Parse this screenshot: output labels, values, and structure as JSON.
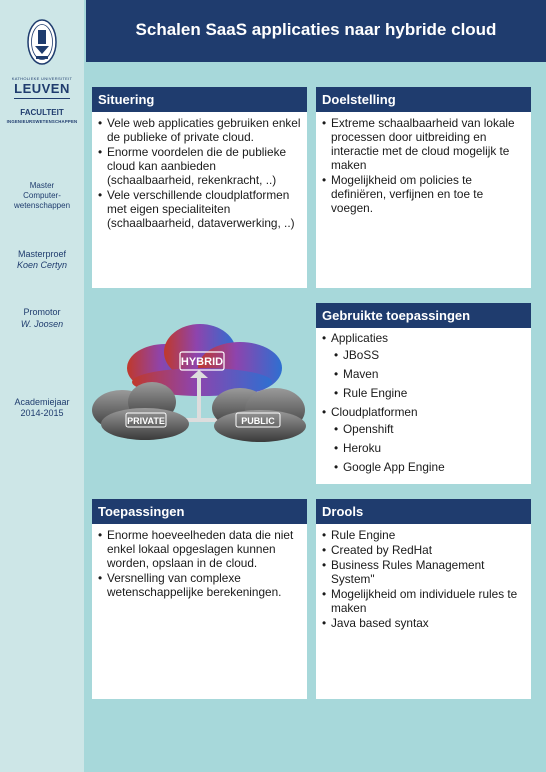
{
  "header": {
    "title": "Schalen SaaS applicaties naar hybride cloud"
  },
  "sidebar": {
    "university_small": "KATHOLIEKE UNIVERSITEIT",
    "university": "LEUVEN",
    "faculty": "FACULTEIT",
    "faculty_sub": "INGENIEURSWETENSCHAPPEN",
    "program_line1": "Master",
    "program_line2": "Computer-",
    "program_line3": "wetenschappen",
    "thesis_label": "Masterproef",
    "thesis_author": "Koen Certyn",
    "promotor_label": "Promotor",
    "promotor_name": "W. Joosen",
    "year_label": "Academiejaar",
    "year_value": "2014-2015"
  },
  "situering": {
    "title": "Situering",
    "items": [
      "Vele web applicaties gebruiken enkel de publieke of private cloud.",
      "Enorme voordelen die de publieke cloud kan aanbieden (schaalbaarheid, rekenkracht, ..)",
      "Vele verschillende cloudplatformen met eigen specialiteiten (schaalbaarheid, dataverwerking, ..)"
    ]
  },
  "doelstelling": {
    "title": "Doelstelling",
    "items": [
      "Extreme schaalbaarheid van lokale processen door uitbreiding en interactie met de cloud mogelijk te maken",
      "Mogelijkheid om policies te definiëren, verfijnen en toe te voegen."
    ]
  },
  "gebruikte": {
    "title": "Gebruikte toepassingen",
    "applicaties_label": "Applicaties",
    "applicaties": [
      "JBoSS",
      "Maven",
      "Rule Engine"
    ],
    "cloud_label": "Cloudplatformen",
    "cloudplatformen": [
      "Openshift",
      "Heroku",
      "Google App Engine"
    ]
  },
  "diagram": {
    "hybrid_label": "HYBRID",
    "private_label": "PRIVATE",
    "public_label": "PUBLIC"
  },
  "toepassingen": {
    "title": "Toepassingen",
    "items": [
      "Enorme hoeveelheden data die niet enkel lokaal opgeslagen kunnen worden, opslaan in de cloud.",
      "Versnelling van complexe wetenschappelijke berekeningen."
    ]
  },
  "drools": {
    "title": "Drools",
    "items": [
      "Rule Engine",
      "Created by RedHat",
      "Business Rules Management System\"",
      "Mogelijkheid om individuele rules te maken",
      "Java based syntax"
    ]
  },
  "colors": {
    "background": "#a7d8da",
    "sidebar": "#cde6e7",
    "header": "#1f3c6e",
    "panel": "#ffffff"
  }
}
